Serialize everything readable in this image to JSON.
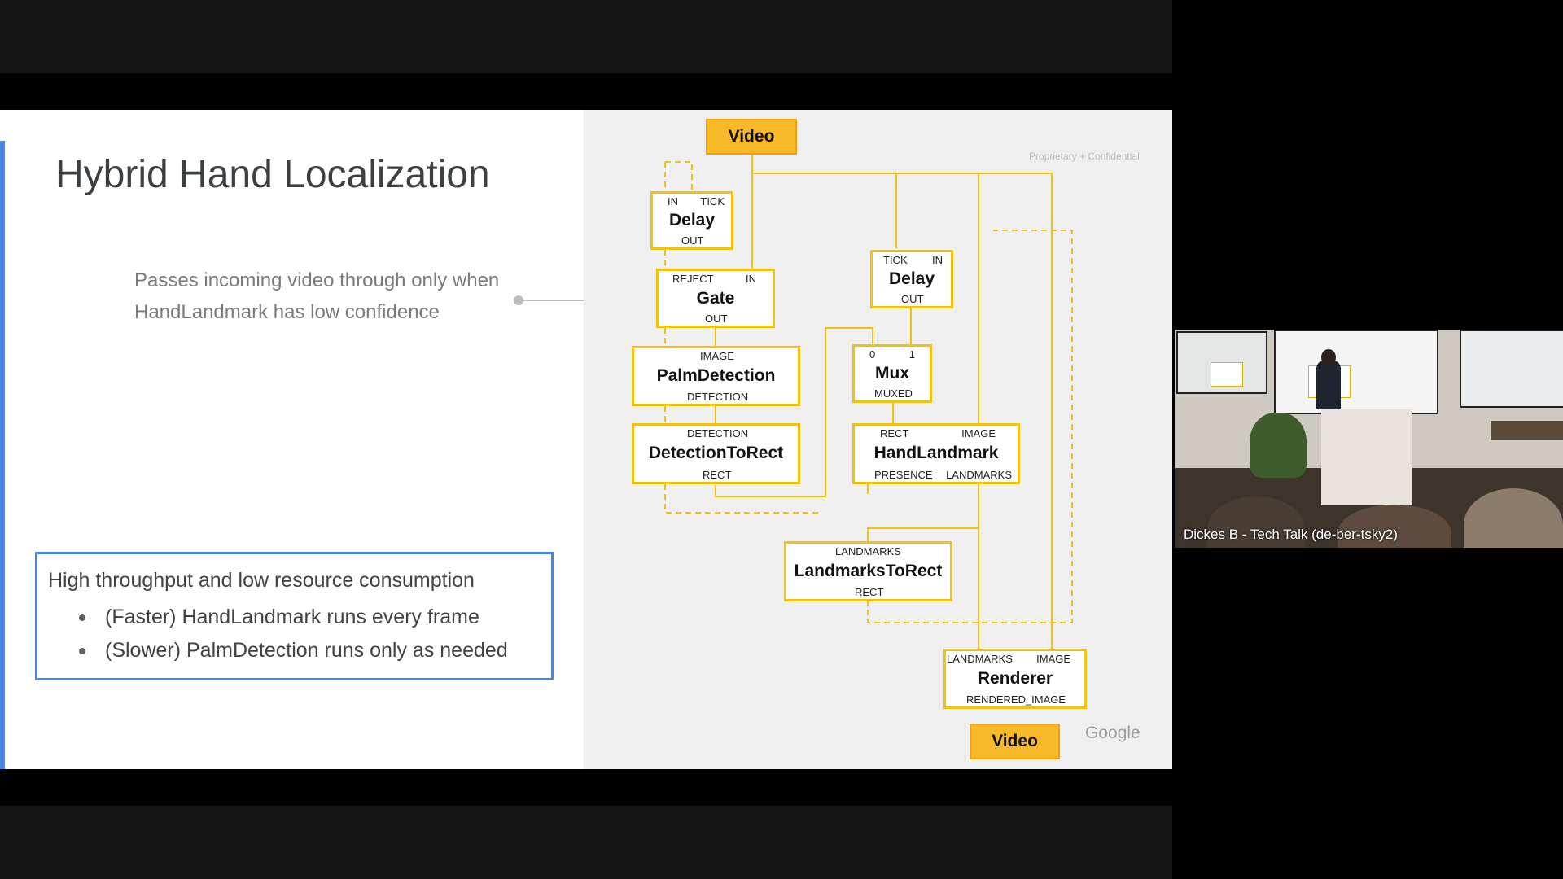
{
  "slide": {
    "title": "Hybrid Hand Localization",
    "confidential_label": "Proprietary + Confidential",
    "google_logo": "Google",
    "callout": {
      "line1": "Passes incoming video through only when",
      "line2": "HandLandmark has low confidence"
    },
    "info_box": {
      "title": "High throughput and low resource consumption",
      "items": [
        "(Faster) HandLandmark runs every frame",
        "(Slower) PalmDetection runs only as needed"
      ]
    },
    "accent_color": "#4a86e8",
    "node_border_color": "#f4c20d",
    "io_color": "#f7b928"
  },
  "diagram": {
    "video_in": "Video",
    "video_out": "Video",
    "delay1": {
      "name": "Delay",
      "ports": [
        "IN",
        "TICK",
        "OUT"
      ]
    },
    "gate": {
      "name": "Gate",
      "ports": [
        "REJECT",
        "IN",
        "OUT"
      ]
    },
    "palm_detection": {
      "name": "PalmDetection",
      "ports": [
        "IMAGE",
        "DETECTION"
      ]
    },
    "detection_to_rect": {
      "name": "DetectionToRect",
      "ports": [
        "DETECTION",
        "RECT"
      ]
    },
    "delay2": {
      "name": "Delay",
      "ports": [
        "TICK",
        "IN",
        "OUT"
      ]
    },
    "mux": {
      "name": "Mux",
      "ports": [
        "0",
        "1",
        "MUXED"
      ]
    },
    "hand_landmark": {
      "name": "HandLandmark",
      "ports": [
        "RECT",
        "IMAGE",
        "PRESENCE",
        "LANDMARKS"
      ]
    },
    "landmarks_to_rect": {
      "name": "LandmarksToRect",
      "ports": [
        "LANDMARKS",
        "RECT"
      ]
    },
    "renderer": {
      "name": "Renderer",
      "ports": [
        "LANDMARKS",
        "IMAGE",
        "RENDERED_IMAGE"
      ]
    }
  },
  "webcam": {
    "caption": "Dickes B - Tech Talk (de-ber-tsky2)"
  }
}
